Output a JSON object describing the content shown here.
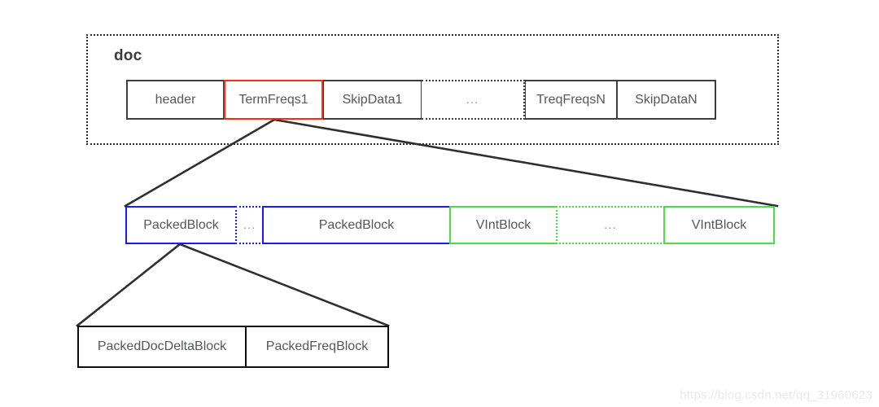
{
  "diagram": {
    "title_label": "doc",
    "doc_row": {
      "cells": [
        {
          "label": "header",
          "kind": "box",
          "color": "#3d3d3d"
        },
        {
          "label": "TermFreqs1",
          "kind": "box",
          "color": "#ff2a16"
        },
        {
          "label": "SkipData1",
          "kind": "box",
          "color": "#3d3d3d"
        },
        {
          "label": "...",
          "kind": "gap",
          "color": "#3d3d3d"
        },
        {
          "label": "TreqFreqsN",
          "kind": "box",
          "color": "#3d3d3d"
        },
        {
          "label": "SkipDataN",
          "kind": "box",
          "color": "#3d3d3d"
        }
      ]
    },
    "block_row": {
      "cells": [
        {
          "label": "PackedBlock",
          "kind": "box",
          "color": "#1a1aff"
        },
        {
          "label": "...",
          "kind": "gap",
          "color": "#1a1aff"
        },
        {
          "label": "PackedBlock",
          "kind": "box",
          "color": "#1a1aff"
        },
        {
          "label": "VIntBlock",
          "kind": "box",
          "color": "#4bdd48"
        },
        {
          "label": "...",
          "kind": "gap",
          "color": "#4bdd48"
        },
        {
          "label": "VIntBlock",
          "kind": "box",
          "color": "#4bdd48"
        }
      ]
    },
    "packed_row": {
      "cells": [
        {
          "label": "PackedDocDeltaBlock",
          "kind": "box",
          "color": "#0d0d0d"
        },
        {
          "label": "PackedFreqBlock",
          "kind": "box",
          "color": "#0d0d0d"
        }
      ]
    },
    "connector_color": "#2f2f2f"
  },
  "watermark": {
    "text": "https://blog.csdn.net/qq_31960623"
  }
}
